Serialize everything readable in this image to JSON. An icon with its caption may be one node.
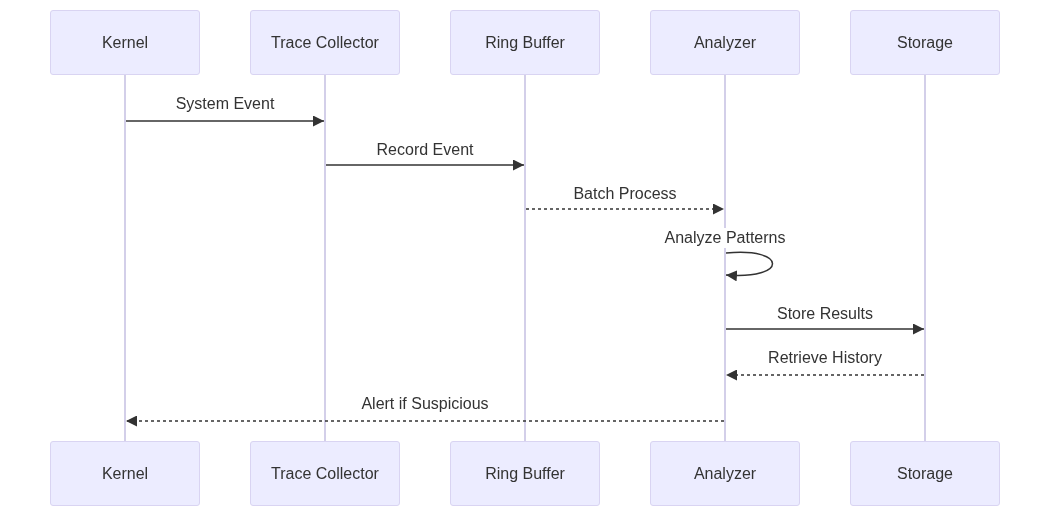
{
  "diagram": {
    "nodes": [
      {
        "text": [
          "Kernel"
        ]
      },
      {
        "text": [
          "Trace Collector"
        ]
      },
      {
        "text": [
          "Ring Buffer"
        ]
      },
      {
        "text": [
          "Analyzer"
        ]
      },
      {
        "text": [
          "Storage"
        ]
      },
      {
        "text": [],
        "shape": "line"
      },
      {
        "text": [],
        "shape": "line"
      },
      {
        "text": [],
        "shape": "line"
      },
      {
        "text": [],
        "shape": "line"
      },
      {
        "text": [],
        "shape": "line"
      },
      {
        "text": [
          "Kernel"
        ]
      },
      {
        "text": [
          "Trace Collector"
        ]
      },
      {
        "text": [
          "Ring Buffer"
        ]
      },
      {
        "text": [
          "Analyzer"
        ]
      },
      {
        "text": [
          "Storage"
        ]
      }
    ],
    "edges": [
      {
        "from": 5,
        "to": 6,
        "arrow": "to",
        "label": "System Event"
      },
      {
        "from": 6,
        "to": 7,
        "arrow": "to",
        "label": "Record Event"
      },
      {
        "from": 7,
        "to": 8,
        "arrow": "to",
        "label": "Batch Process",
        "style": "dashed"
      },
      {
        "from": 8,
        "to": 8,
        "arrow": "to",
        "label": "Analyze Patterns"
      },
      {
        "from": 8,
        "to": 9,
        "arrow": "to",
        "label": "Store Results"
      },
      {
        "from": 9,
        "to": 8,
        "arrow": "to",
        "label": "Retrieve History",
        "style": "dashed"
      },
      {
        "from": 8,
        "to": 5,
        "arrow": "to",
        "label": "Alert if Suspicious",
        "style": "dashed"
      }
    ]
  }
}
